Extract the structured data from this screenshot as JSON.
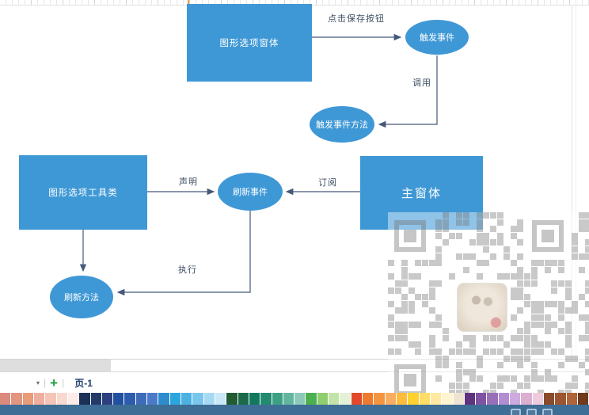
{
  "diagram": {
    "shape_fill": "#3f98d6",
    "connector_color": "#44597a",
    "shapes": [
      {
        "id": "options-form",
        "type": "rect",
        "label": "图形选项窗体"
      },
      {
        "id": "trigger-event",
        "type": "ellipse",
        "label": "触发事件"
      },
      {
        "id": "trigger-event-method",
        "type": "ellipse",
        "label": "触发事件方法"
      },
      {
        "id": "options-tool-class",
        "type": "rect",
        "label": "图形选项工具类"
      },
      {
        "id": "refresh-event",
        "type": "ellipse",
        "label": "刷新事件"
      },
      {
        "id": "main-form",
        "type": "rect",
        "label": "主窗体"
      },
      {
        "id": "refresh-method",
        "type": "ellipse",
        "label": "刷新方法"
      }
    ],
    "connector_labels": {
      "click_save": "点击保存按钮",
      "invoke": "调用",
      "declare": "声明",
      "subscribe": "订阅",
      "execute": "执行"
    }
  },
  "tabbar": {
    "dropdown": "▾",
    "add_label": "+",
    "separator": "|",
    "tabs": [
      {
        "label": "页-1",
        "active": true
      }
    ]
  },
  "palette": {
    "colors": [
      "#db8a7d",
      "#e3957f",
      "#ea9b77",
      "#f0af9e",
      "#f5c4b6",
      "#f9d8cf",
      "#fcebe6",
      "#1c3156",
      "#243a68",
      "#2c3f7e",
      "#20509e",
      "#2e5cac",
      "#3e6cba",
      "#4a7ac8",
      "#2c8ccc",
      "#2ba6dc",
      "#4cb2e2",
      "#78c6ec",
      "#a6d9f2",
      "#c8e8f8",
      "#215c33",
      "#1b6b4a",
      "#12795f",
      "#218b70",
      "#3da085",
      "#63b59e",
      "#8cc9b8",
      "#4caf50",
      "#8fce6e",
      "#c3e4a8",
      "#e3f1d6",
      "#e2492a",
      "#ee7a30",
      "#f59540",
      "#f8ad62",
      "#fdbc3a",
      "#ffd02e",
      "#ffdd66",
      "#ffe9a0",
      "#fff4d0",
      "#efe3d2",
      "#5f3380",
      "#7f53a4",
      "#9a6fba",
      "#b28dd2",
      "#ceaade",
      "#dcaed0",
      "#eecade",
      "#8a4a2c",
      "#9c5530",
      "#b06438",
      "#703a1c"
    ]
  },
  "statusbar": {
    "color": "#3e6d96"
  }
}
